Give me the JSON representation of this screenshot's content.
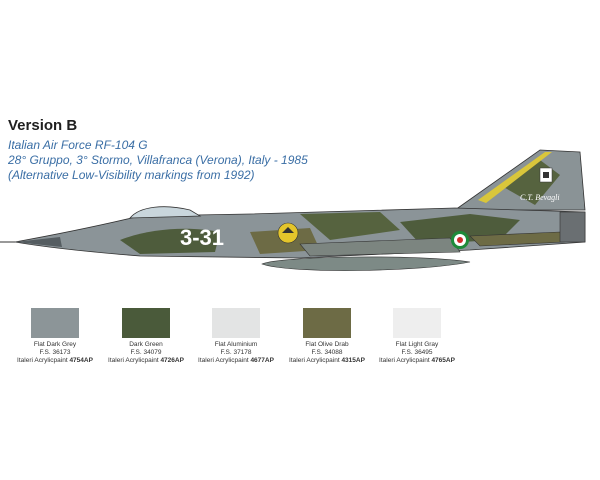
{
  "header": {
    "title": "Version B",
    "line1": "Italian Air Force RF-104 G",
    "line2": "28° Gruppo, 3° Stormo, Villafranca (Verona), Italy - 1985",
    "line3": "(Alternative Low-Visibility markings from 1992)"
  },
  "aircraft": {
    "code": "3-31",
    "tail_script": "C.T. Bevagli"
  },
  "palette": [
    {
      "name": "Flat Dark Grey",
      "fs": "F.S. 36173",
      "brand": "Italeri Acrylicpaint",
      "code": "4754AP",
      "color": "#8c9598"
    },
    {
      "name": "Dark Green",
      "fs": "F.S. 34079",
      "brand": "Italeri Acrylicpaint",
      "code": "4726AP",
      "color": "#4a5a3a"
    },
    {
      "name": "Flat Aluminium",
      "fs": "F.S. 37178",
      "brand": "Italeri Acrylicpaint",
      "code": "4677AP",
      "color": "#e3e4e4"
    },
    {
      "name": "Flat Olive Drab",
      "fs": "F.S. 34088",
      "brand": "Italeri Acrylicpaint",
      "code": "4315AP",
      "color": "#6d6b45"
    },
    {
      "name": "Flat Light Gray",
      "fs": "F.S. 36495",
      "brand": "Italeri Acrylicpaint",
      "code": "4765AP",
      "color": "#eeeeee"
    }
  ]
}
